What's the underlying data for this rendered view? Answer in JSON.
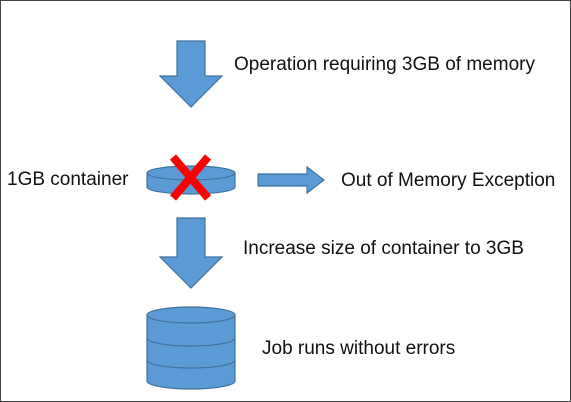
{
  "labels": {
    "operation": "Operation requiring 3GB of memory",
    "small_container": "1GB container",
    "exception": "Out of Memory Exception",
    "increase": "Increase size of container to 3GB",
    "result": "Job runs without errors"
  },
  "colors": {
    "shape_fill": "#5b9bd5",
    "shape_stroke": "#41719c",
    "cross": "#ff0000",
    "text": "#111111"
  },
  "icons": {
    "top_arrow": "down-arrow",
    "container_small": "database-disk",
    "failure": "x-cross",
    "side_arrow": "right-arrow",
    "middle_arrow": "down-arrow",
    "container_large": "database-stack"
  }
}
